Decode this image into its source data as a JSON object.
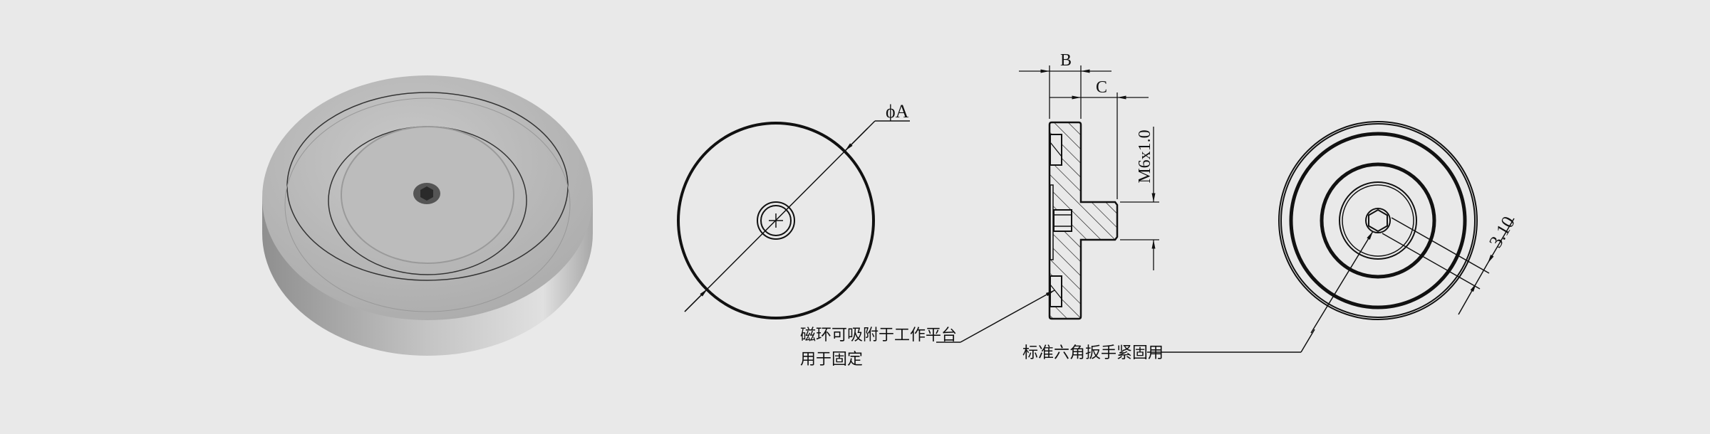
{
  "colors": {
    "background": "#e9e9e9",
    "line": "#111111",
    "metal": "#b9b9b9"
  },
  "front_view": {
    "diameter_label": "ϕA"
  },
  "side_view": {
    "dim_b": "B",
    "dim_c": "C",
    "thread_label": "M6x1.0"
  },
  "right_view": {
    "hex_dim_label": "3.10"
  },
  "notes": {
    "magnet_line1": "磁环可吸附于工作平台",
    "magnet_line2": "用于固定",
    "hex_note": "标准六角扳手紧固用"
  }
}
